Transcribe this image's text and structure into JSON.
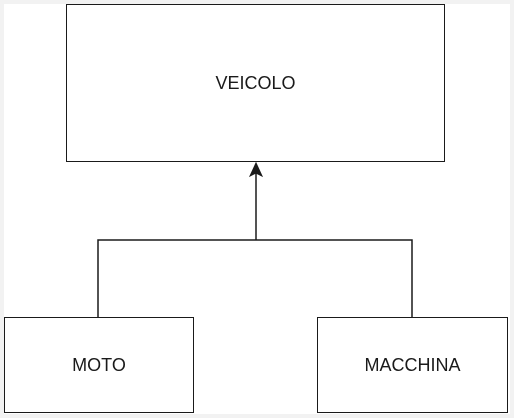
{
  "diagram": {
    "nodes": {
      "parent": {
        "label": "VEICOLO"
      },
      "left_child": {
        "label": "MOTO"
      },
      "right_child": {
        "label": "MACCHINA"
      }
    },
    "edges": [
      {
        "from": "MOTO",
        "to": "VEICOLO",
        "type": "inheritance-arrow"
      },
      {
        "from": "MACCHINA",
        "to": "VEICOLO",
        "type": "inheritance-arrow"
      }
    ]
  }
}
